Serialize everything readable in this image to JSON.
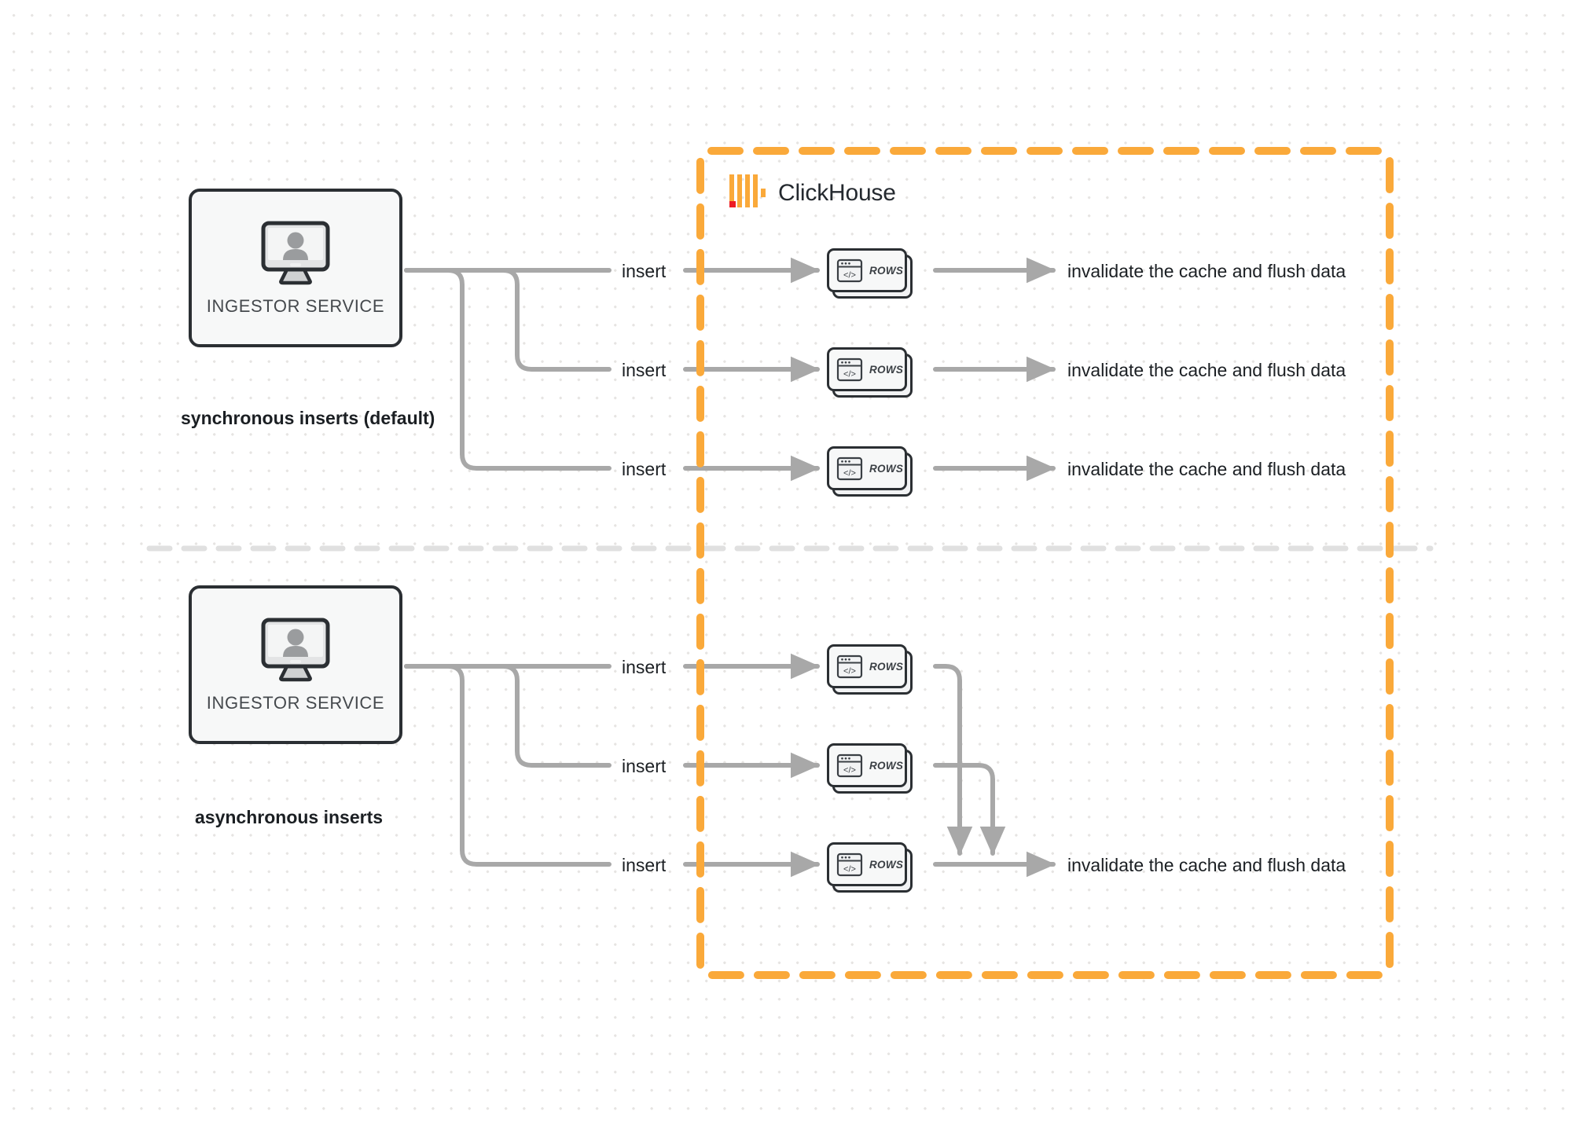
{
  "diagram": {
    "title": "ClickHouse synchronous vs asynchronous inserts",
    "colors": {
      "brand_orange": "#FAA93A",
      "brand_red": "#ED1C24",
      "node_outline": "#2b2f33",
      "edge_gray": "#A8A8A8",
      "text_dark": "#1b1f23",
      "dot_grid": "#e6e4e2"
    }
  },
  "clickhouse_boundary": {
    "brand_name": "ClickHouse",
    "logo_name": "clickhouse-logo"
  },
  "sections": [
    {
      "id": "synchronous",
      "mode_label": "synchronous inserts (default)",
      "ingestor": {
        "label": "INGESTOR SERVICE",
        "icon": "monitor-user-icon"
      },
      "rows": [
        {
          "insert_label": "insert",
          "card_label": "ROWS",
          "card_icon": "code-window-icon",
          "result_label": "invalidate the cache and flush data"
        },
        {
          "insert_label": "insert",
          "card_label": "ROWS",
          "card_icon": "code-window-icon",
          "result_label": "invalidate the cache and flush data"
        },
        {
          "insert_label": "insert",
          "card_label": "ROWS",
          "card_icon": "code-window-icon",
          "result_label": "invalidate the cache and flush data"
        }
      ]
    },
    {
      "id": "asynchronous",
      "mode_label": "asynchronous inserts",
      "ingestor": {
        "label": "INGESTOR SERVICE",
        "icon": "monitor-user-icon"
      },
      "rows": [
        {
          "insert_label": "insert",
          "card_label": "ROWS",
          "card_icon": "code-window-icon"
        },
        {
          "insert_label": "insert",
          "card_label": "ROWS",
          "card_icon": "code-window-icon"
        },
        {
          "insert_label": "insert",
          "card_label": "ROWS",
          "card_icon": "code-window-icon"
        }
      ],
      "merged_result_label": "invalidate the cache and flush data"
    }
  ]
}
